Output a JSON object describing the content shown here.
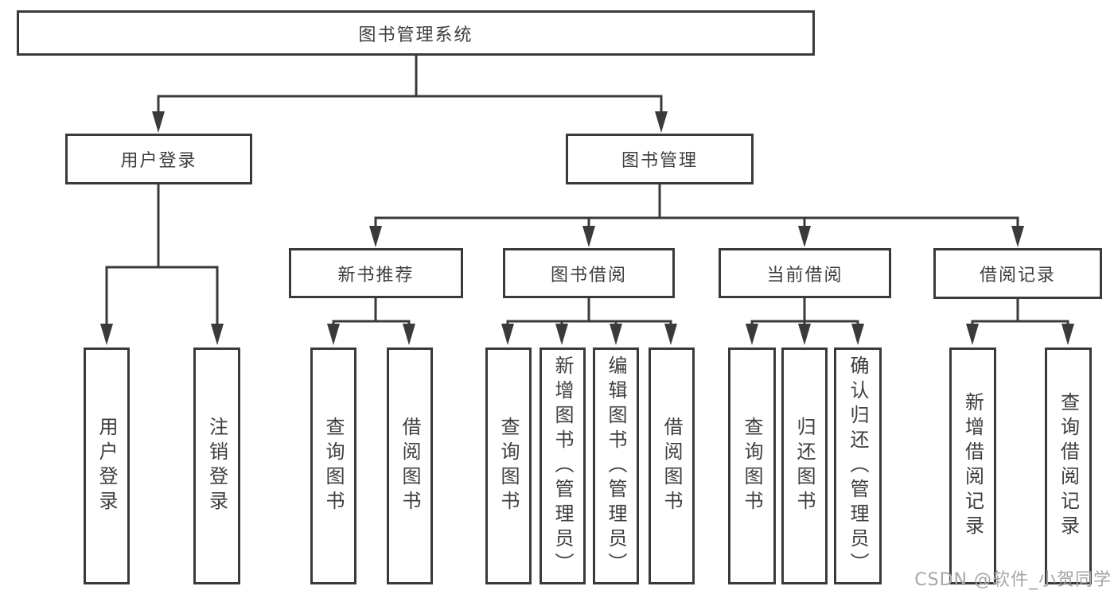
{
  "tree": {
    "label": "图书管理系统",
    "children": [
      {
        "label": "用户登录",
        "children": [
          {
            "label": "用户登录"
          },
          {
            "label": "注销登录"
          }
        ]
      },
      {
        "label": "图书管理",
        "children": [
          {
            "label": "新书推荐",
            "children": [
              {
                "label": "查询图书"
              },
              {
                "label": "借阅图书"
              }
            ]
          },
          {
            "label": "图书借阅",
            "children": [
              {
                "label": "查询图书"
              },
              {
                "label": "新增图书（管理员）"
              },
              {
                "label": "编辑图书（管理员）"
              },
              {
                "label": "借阅图书"
              }
            ]
          },
          {
            "label": "当前借阅",
            "children": [
              {
                "label": "查询图书"
              },
              {
                "label": "归还图书"
              },
              {
                "label": "确认归还（管理员）"
              }
            ]
          },
          {
            "label": "借阅记录",
            "children": [
              {
                "label": "新增借阅记录"
              },
              {
                "label": "查询借阅记录"
              }
            ]
          }
        ]
      }
    ]
  },
  "watermark": "CSDN @软件_小贺同学",
  "colors": {
    "line": "#3a3a3a",
    "text": "#3d3d3d",
    "watermark": "#a6a6a6",
    "background": "#ffffff"
  }
}
